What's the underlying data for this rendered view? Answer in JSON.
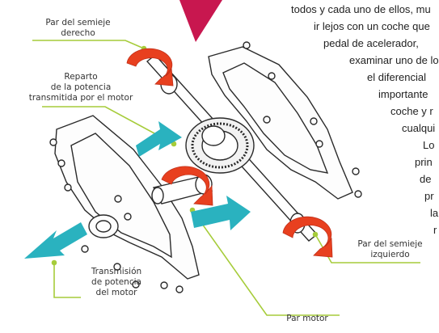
{
  "labels": {
    "right_shaft": [
      "Par del semieje",
      "derecho"
    ],
    "power_split": [
      "Reparto",
      "de la potencia",
      "transmitida por el motor"
    ],
    "engine_transmission": [
      "Transmisión",
      "de potencia",
      "del motor"
    ],
    "left_shaft": [
      "Par del semieje",
      "izquierdo"
    ],
    "engine_torque": "Par motor"
  },
  "body_text": [
    "todos y cada uno de ellos, mu",
    "ir lejos con un coche que",
    "pedal de acelerador,",
    "examinar uno de lo",
    "el diferencial",
    "importante",
    "coche y r",
    "cualqui",
    "Lo",
    "prin",
    "de",
    "pr",
    "la",
    "r"
  ],
  "colors": {
    "accent_magenta": "#c8174f",
    "leader_green": "#a6cc3a",
    "arrow_teal": "#2ab2bf",
    "rotation_red": "#e8401f",
    "metal_outline": "#2a2a2a"
  }
}
